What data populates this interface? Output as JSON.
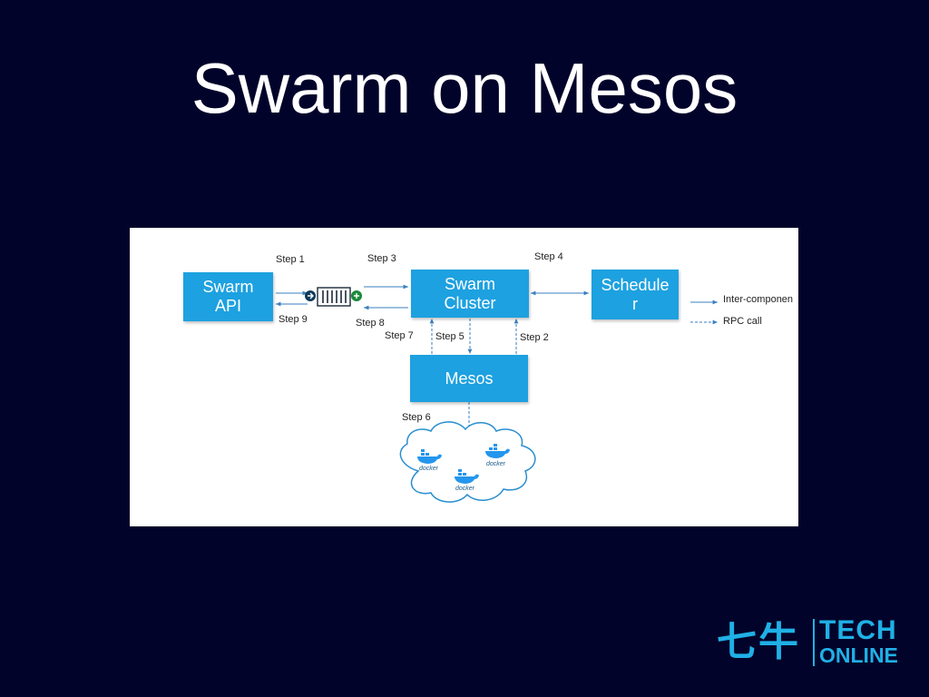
{
  "slide": {
    "title": "Swarm on Mesos"
  },
  "diagram": {
    "nodes": {
      "swarm_api": [
        "Swarm",
        "API"
      ],
      "swarm_cluster": [
        "Swarm",
        "Cluster"
      ],
      "scheduler": [
        "Schedule",
        "r"
      ],
      "mesos": [
        "Mesos"
      ]
    },
    "steps": {
      "step1": "Step 1",
      "step2": "Step 2",
      "step3": "Step 3",
      "step4": "Step 4",
      "step5": "Step 5",
      "step6": "Step 6",
      "step7": "Step 7",
      "step8": "Step 8",
      "step9": "Step 9"
    },
    "legend": {
      "solid": "Inter-componen",
      "dashed": "RPC call"
    },
    "docker_labels": [
      "docker",
      "docker",
      "docker"
    ],
    "colors": {
      "box": "#1da1e0",
      "arrow": "#3a7fc0",
      "cloud_stroke": "#2a8fd0",
      "whale": "#2496ed"
    }
  },
  "logo": {
    "chinese": "七牛",
    "line1": "TECH",
    "line2": "ONLINE",
    "color": "#1fb0e6"
  }
}
